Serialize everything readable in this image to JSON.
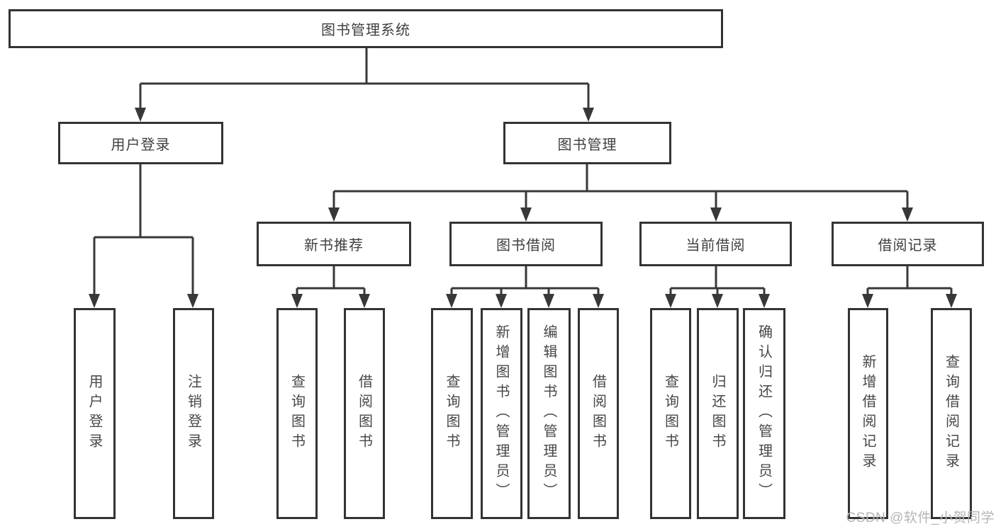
{
  "diagram_type": "hierarchy-tree",
  "tree": {
    "root": "图书管理系统",
    "children": [
      {
        "label": "用户登录",
        "children": [
          {
            "label": "用户登录"
          },
          {
            "label": "注销登录"
          }
        ]
      },
      {
        "label": "图书管理",
        "children": [
          {
            "label": "新书推荐",
            "children": [
              {
                "label": "查询图书"
              },
              {
                "label": "借阅图书"
              }
            ]
          },
          {
            "label": "图书借阅",
            "children": [
              {
                "label": "查询图书"
              },
              {
                "label": "新增图书（管理员）"
              },
              {
                "label": "编辑图书（管理员）"
              },
              {
                "label": "借阅图书"
              }
            ]
          },
          {
            "label": "当前借阅",
            "children": [
              {
                "label": "查询图书"
              },
              {
                "label": "归还图书"
              },
              {
                "label": "确认归还（管理员）"
              }
            ]
          },
          {
            "label": "借阅记录",
            "children": [
              {
                "label": "新增借阅记录"
              },
              {
                "label": "查询借阅记录"
              }
            ]
          }
        ]
      }
    ]
  },
  "watermark": {
    "text": "CSDN @软件_小贺同学"
  },
  "colors": {
    "background": "#ffffff",
    "line": "#383838",
    "box_border": "#333333",
    "box_fill": "#ffffff",
    "header_text": "#3f3f3f",
    "leaf_text": "#474747",
    "watermark": "#b5b5b5"
  }
}
